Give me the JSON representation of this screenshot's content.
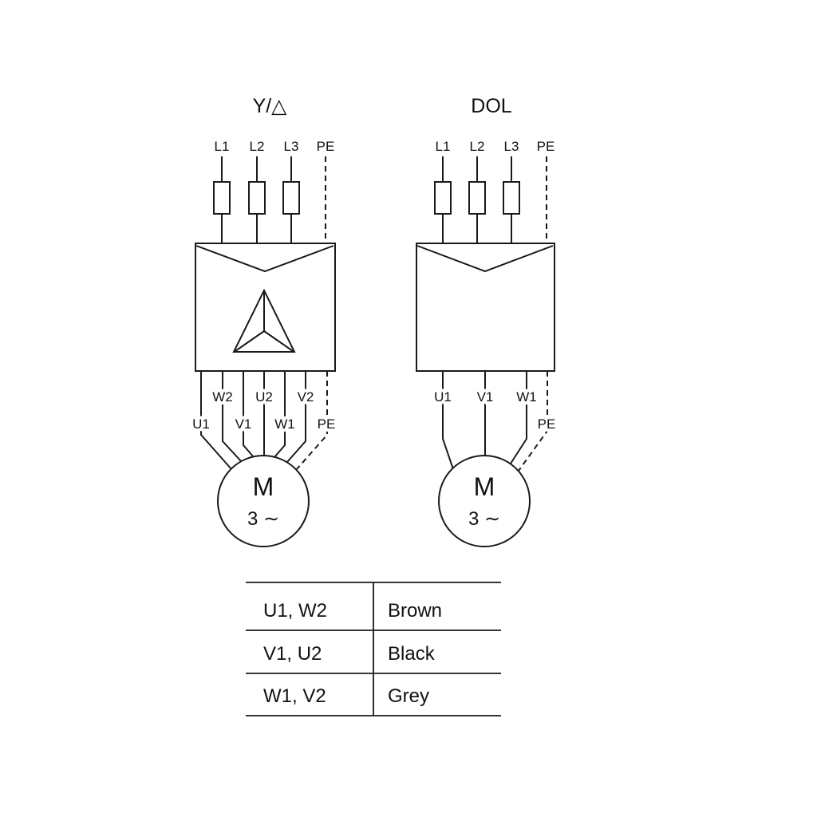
{
  "colors": {
    "line": "#1a1a1a",
    "background": "#ffffff"
  },
  "star_delta": {
    "title": "Y/△",
    "supply": [
      "L1",
      "L2",
      "L3",
      "PE"
    ],
    "out_upper": [
      "W2",
      "U2",
      "V2"
    ],
    "out_lower": [
      "U1",
      "V1",
      "W1",
      "PE"
    ],
    "motor_letter": "M",
    "motor_phase": "3 ∼"
  },
  "dol": {
    "title": "DOL",
    "supply": [
      "L1",
      "L2",
      "L3",
      "PE"
    ],
    "outputs": [
      "U1",
      "V1",
      "W1"
    ],
    "pe": "PE",
    "motor_letter": "M",
    "motor_phase": "3 ∼"
  },
  "wire_color_table": {
    "rows": [
      {
        "terminals": "U1, W2",
        "color": "Brown"
      },
      {
        "terminals": "V1, U2",
        "color": "Black"
      },
      {
        "terminals": "W1, V2",
        "color": "Grey"
      }
    ]
  }
}
